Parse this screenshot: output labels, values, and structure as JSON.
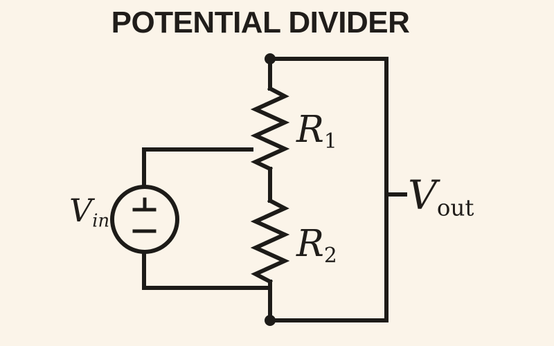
{
  "title": "POTENTIAL DIVIDER",
  "colors": {
    "background": "#FBF4E9",
    "line": "#1D1B18",
    "text": "#201D1A"
  },
  "circuit": {
    "source_label": {
      "symbol": "V",
      "subscript": "in"
    },
    "resistor1_label": {
      "symbol": "R",
      "subscript": "1"
    },
    "resistor2_label": {
      "symbol": "R",
      "subscript": "2"
    },
    "output_label": {
      "symbol": "V",
      "subscript": "out"
    }
  }
}
